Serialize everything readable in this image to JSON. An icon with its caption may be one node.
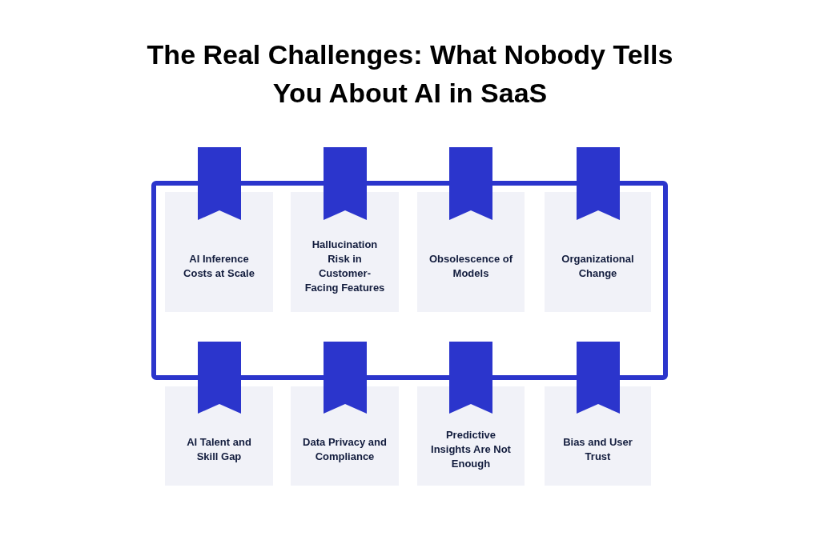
{
  "diagram": {
    "title": "The Real Challenges: What Nobody Tells You About AI in SaaS",
    "nodes": [
      {
        "text": [
          "AI Inference Costs at Scale"
        ]
      },
      {
        "text": [
          "Hallucination Risk in Customer-Facing Features"
        ]
      },
      {
        "text": [
          "Obsolescence of Models"
        ]
      },
      {
        "text": [
          "Organizational Change"
        ]
      },
      {
        "text": [
          "AI Talent and Skill Gap"
        ]
      },
      {
        "text": [
          "Data Privacy and Compliance"
        ]
      },
      {
        "text": [
          "Predictive Insights Are Not Enough"
        ]
      },
      {
        "text": [
          "Bias and User Trust"
        ]
      }
    ]
  }
}
